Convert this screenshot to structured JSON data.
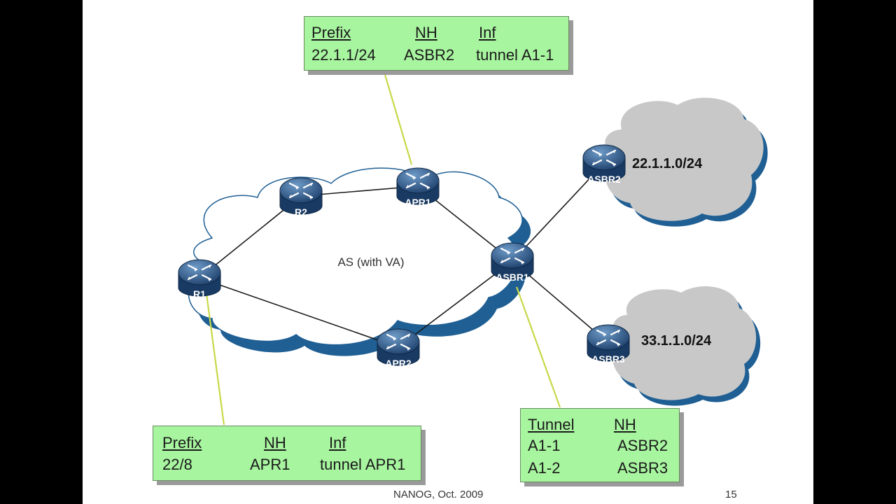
{
  "diagram": {
    "as_label": "AS (with VA)",
    "routers": [
      {
        "id": "R1",
        "label": "R1",
        "icon": "router-icon"
      },
      {
        "id": "R2",
        "label": "R2",
        "icon": "router-icon"
      },
      {
        "id": "APR1",
        "label": "APR1",
        "icon": "router-icon"
      },
      {
        "id": "APR2",
        "label": "APR2",
        "icon": "router-icon"
      },
      {
        "id": "ASBR1",
        "label": "ASBR1",
        "icon": "router-icon"
      },
      {
        "id": "ASBR2",
        "label": "ASBR2",
        "icon": "router-icon"
      },
      {
        "id": "ASBR3",
        "label": "ASBR3",
        "icon": "router-icon"
      }
    ],
    "links": [
      [
        "R1",
        "R2"
      ],
      [
        "R2",
        "APR1"
      ],
      [
        "APR1",
        "ASBR1"
      ],
      [
        "R1",
        "APR2"
      ],
      [
        "APR2",
        "ASBR1"
      ],
      [
        "ASBR1",
        "ASBR2"
      ],
      [
        "ASBR1",
        "ASBR3"
      ]
    ],
    "external_prefixes": [
      {
        "router": "ASBR2",
        "prefix": "22.1.1.0/24"
      },
      {
        "router": "ASBR3",
        "prefix": "33.1.1.0/24"
      }
    ],
    "colors": {
      "table_fill": "#a8f5a0",
      "callout_line": "#c8d848",
      "cloud_shadow": "#1f5f94",
      "external_cloud": "#c8c8c8"
    }
  },
  "tables": {
    "apr1": {
      "headers": [
        "Prefix",
        "NH",
        "Inf"
      ],
      "row": [
        "22.1.1/24",
        "ASBR2",
        "tunnel A1-1"
      ]
    },
    "r1": {
      "headers": [
        "Prefix",
        "NH",
        "Inf"
      ],
      "row": [
        "22/8",
        "APR1",
        "tunnel APR1"
      ]
    },
    "asbr1": {
      "headers": [
        "Tunnel",
        "NH"
      ],
      "rows": [
        [
          "A1-1",
          "ASBR2"
        ],
        [
          "A1-2",
          "ASBR3"
        ]
      ]
    }
  },
  "footer": {
    "event": "NANOG, Oct. 2009",
    "page": "15"
  }
}
